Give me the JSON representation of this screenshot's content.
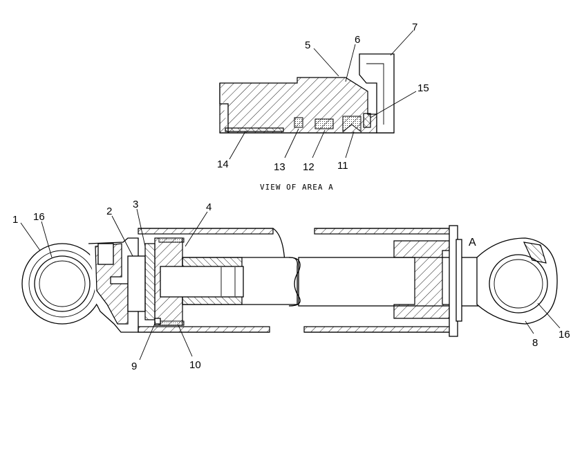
{
  "view_caption": "VIEW OF AREA A",
  "area_marker": "A",
  "detail_callouts": [
    "5",
    "6",
    "7",
    "15",
    "14",
    "13",
    "12",
    "11"
  ],
  "main_callouts": [
    "1",
    "16",
    "2",
    "3",
    "4",
    "9",
    "10",
    "8",
    "16"
  ]
}
